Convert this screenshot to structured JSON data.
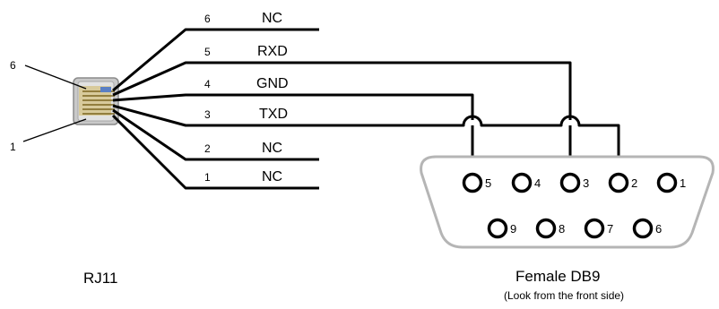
{
  "rj11": {
    "label": "RJ11",
    "pin_top": "6",
    "pin_bottom": "1",
    "wires": [
      {
        "num": "6",
        "signal": "NC"
      },
      {
        "num": "5",
        "signal": "RXD"
      },
      {
        "num": "4",
        "signal": "GND"
      },
      {
        "num": "3",
        "signal": "TXD"
      },
      {
        "num": "2",
        "signal": "NC"
      },
      {
        "num": "1",
        "signal": "NC"
      }
    ]
  },
  "db9": {
    "label": "Female DB9",
    "note": "(Look from the front side)",
    "pins": [
      "5",
      "4",
      "3",
      "2",
      "1",
      "9",
      "8",
      "7",
      "6"
    ]
  },
  "connections": [
    {
      "rj11": "5",
      "signal": "RXD",
      "db9": "3"
    },
    {
      "rj11": "4",
      "signal": "GND",
      "db9": "5"
    },
    {
      "rj11": "3",
      "signal": "TXD",
      "db9": "2"
    }
  ]
}
